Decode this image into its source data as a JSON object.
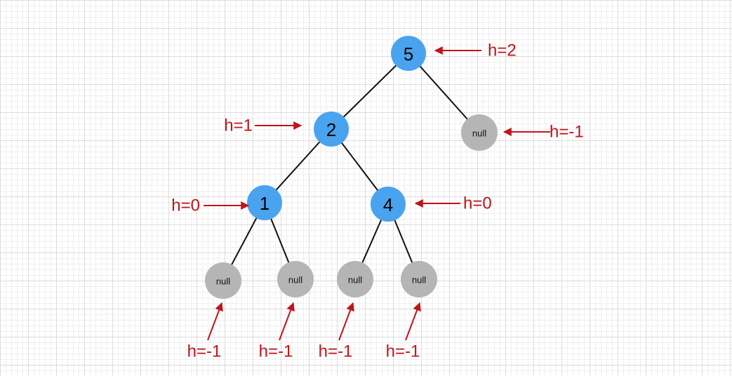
{
  "colors": {
    "value_node": "#4aa3ef",
    "null_node": "#b5b5b5",
    "edge": "#111111",
    "annotation": "#c0141b"
  },
  "tree": {
    "nodes": [
      {
        "id": "n5",
        "label": "5",
        "kind": "value",
        "height_label": "h=2"
      },
      {
        "id": "n2",
        "label": "2",
        "kind": "value",
        "height_label": "h=1"
      },
      {
        "id": "n5-right-null",
        "label": "null",
        "kind": "null",
        "height_label": "h=-1"
      },
      {
        "id": "n1",
        "label": "1",
        "kind": "value",
        "height_label": "h=0"
      },
      {
        "id": "n4",
        "label": "4",
        "kind": "value",
        "height_label": "h=0"
      },
      {
        "id": "n1-left-null",
        "label": "null",
        "kind": "null",
        "height_label": "h=-1"
      },
      {
        "id": "n1-right-null",
        "label": "null",
        "kind": "null",
        "height_label": "h=-1"
      },
      {
        "id": "n4-left-null",
        "label": "null",
        "kind": "null",
        "height_label": "h=-1"
      },
      {
        "id": "n4-right-null",
        "label": "null",
        "kind": "null",
        "height_label": "h=-1"
      }
    ],
    "edges": [
      {
        "from": "n5",
        "to": "n2"
      },
      {
        "from": "n5",
        "to": "n5-right-null"
      },
      {
        "from": "n2",
        "to": "n1"
      },
      {
        "from": "n2",
        "to": "n4"
      },
      {
        "from": "n1",
        "to": "n1-left-null"
      },
      {
        "from": "n1",
        "to": "n1-right-null"
      },
      {
        "from": "n4",
        "to": "n4-left-null"
      },
      {
        "from": "n4",
        "to": "n4-right-null"
      }
    ]
  }
}
